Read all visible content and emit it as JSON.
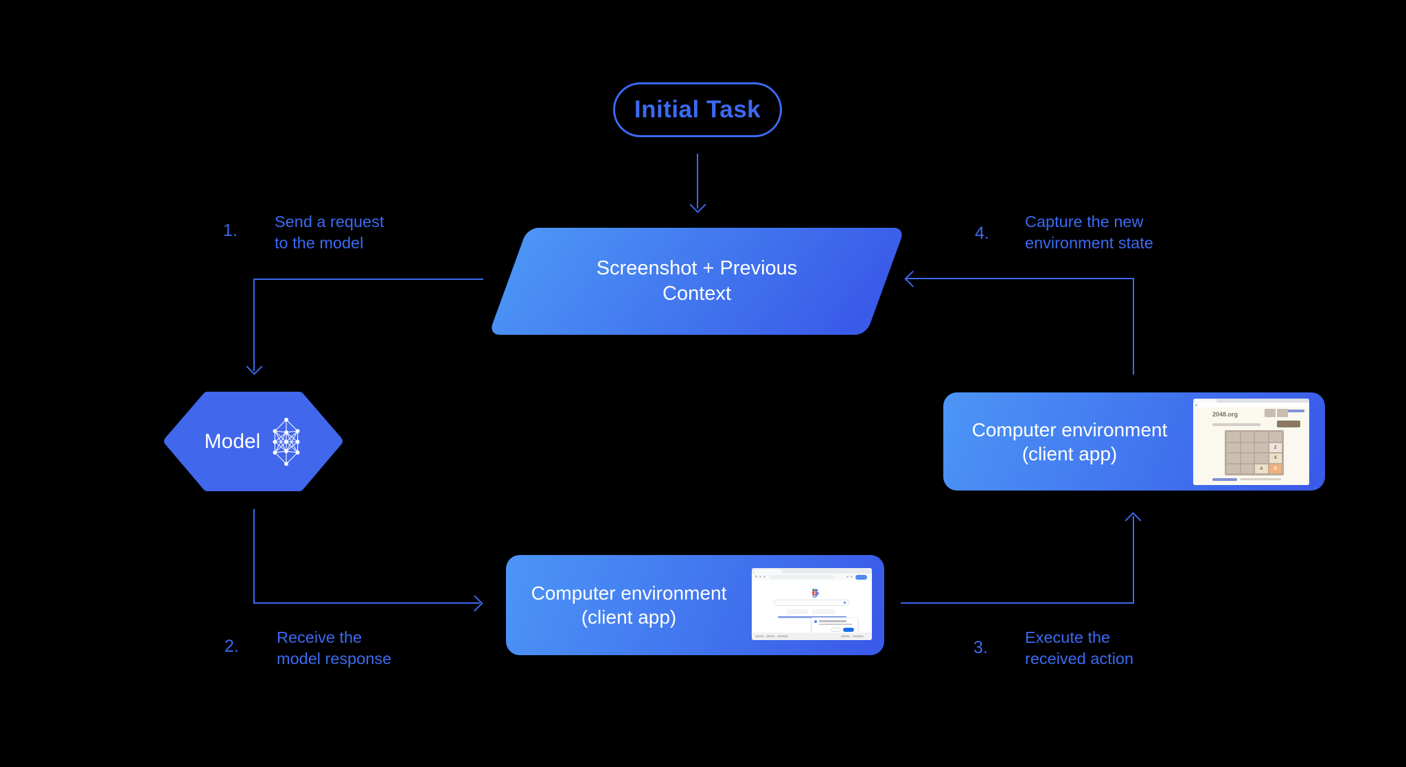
{
  "colors": {
    "bg": "#000000",
    "accent": "#3C6AF2",
    "shape_text": "#FFFFFF",
    "grad_start": "#4C96F6",
    "grad_end": "#3A5BE9",
    "hexagon": "#4067EC"
  },
  "nodes": {
    "initial_task": {
      "label": "Initial Task"
    },
    "screenshot_context": {
      "label": "Screenshot + Previous Context"
    },
    "model": {
      "label": "Model"
    },
    "env_execute": {
      "label": "Computer environment (client app)"
    },
    "env_capture": {
      "label": "Computer environment (client app)"
    }
  },
  "steps": [
    {
      "num": "1.",
      "line1": "Send a request",
      "line2": "to the model"
    },
    {
      "num": "2.",
      "line1": "Receive the",
      "line2": "model response"
    },
    {
      "num": "3.",
      "line1": "Execute the",
      "line2": "received action"
    },
    {
      "num": "4.",
      "line1": "Capture the new",
      "line2": "environment state"
    }
  ],
  "mini_google": {
    "letters": [
      {
        "ch": "G",
        "style": "color:#4285F4"
      },
      {
        "ch": "o",
        "style": "color:#EA4335"
      },
      {
        "ch": "o",
        "style": "color:#FBBC05"
      },
      {
        "ch": "g",
        "style": "color:#4285F4"
      },
      {
        "ch": "l",
        "style": "color:#34A853"
      },
      {
        "ch": "e",
        "style": "color:#EA4335"
      }
    ]
  },
  "mini_2048": {
    "title": "2048.org",
    "tiles": [
      [
        "",
        "",
        "",
        ""
      ],
      [
        "",
        "",
        "",
        "2"
      ],
      [
        "",
        "",
        "",
        "4"
      ],
      [
        "",
        "",
        "4",
        "8"
      ]
    ]
  }
}
